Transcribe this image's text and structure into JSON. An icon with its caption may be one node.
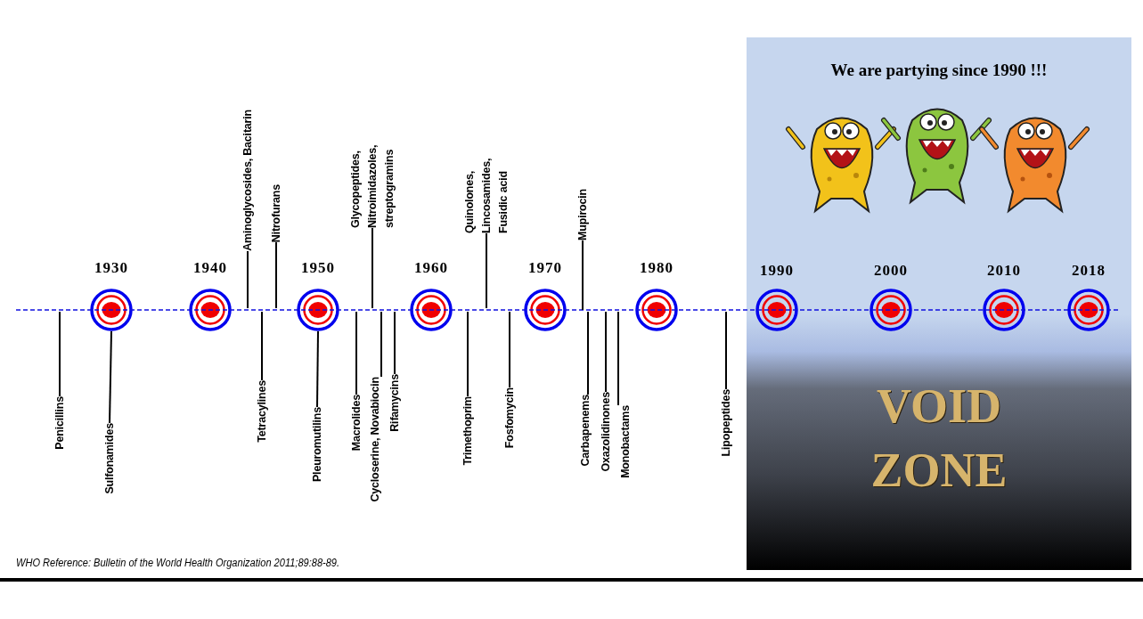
{
  "diagram": {
    "caption": "WHO Reference: Bulletin of the World Health Organization 2011;89:88-89.",
    "nodes": [
      {
        "text": [
          "We are partying since 1990 !!!",
          "VOID ZONE"
        ]
      },
      {
        "text": [
          "Aminoglycosides, Bacitarin"
        ]
      },
      {
        "text": [
          "Nitrofurans"
        ]
      },
      {
        "text": [
          "Glycopeptides, Nitroimidazoles, streptogramins"
        ]
      },
      {
        "text": [
          "Quinolones, Lincosamides, Fusidic acid"
        ]
      },
      {
        "text": [
          "Mupirocin"
        ]
      },
      {
        "text": [
          "Penicillins"
        ]
      },
      {
        "text": [
          "Sulfonamides"
        ]
      },
      {
        "text": [
          "Tetracylines"
        ]
      },
      {
        "text": [
          "Pleuromutilins"
        ]
      },
      {
        "text": [
          "Macrolides"
        ]
      },
      {
        "text": [
          "Cycloserine, Novabiocin"
        ]
      },
      {
        "text": [
          "Rifamycins"
        ]
      },
      {
        "text": [
          "Trimethoprim"
        ]
      },
      {
        "text": [
          "Fosfomycin"
        ]
      },
      {
        "text": [
          "Carbapenems"
        ]
      },
      {
        "text": [
          "Oxazolidinones"
        ]
      },
      {
        "text": [
          "Monobactams"
        ]
      },
      {
        "text": [
          "Lipopeptides"
        ]
      },
      {
        "text": [],
        "shape": "circle",
        "beside": [
          "1930"
        ]
      },
      {
        "text": [],
        "shape": "circle",
        "beside": [
          "1940"
        ]
      },
      {
        "text": [],
        "shape": "circle",
        "beside": [
          "1950"
        ]
      },
      {
        "text": [],
        "shape": "circle",
        "beside": [
          "1960"
        ]
      },
      {
        "text": [],
        "shape": "circle",
        "beside": [
          "1970"
        ]
      },
      {
        "text": [],
        "shape": "circle",
        "beside": [
          "1980"
        ]
      },
      {
        "text": [],
        "shape": "circle",
        "beside": [
          "1990"
        ],
        "in": 0
      },
      {
        "text": [],
        "shape": "circle",
        "beside": [
          "2000"
        ],
        "in": 0
      },
      {
        "text": [],
        "shape": "circle",
        "beside": [
          "2010"
        ],
        "in": 0
      },
      {
        "text": [],
        "shape": "circle",
        "beside": [
          "2018"
        ],
        "in": 0
      }
    ],
    "edges": [
      {
        "from": 1,
        "to": null,
        "arrow": "none"
      },
      {
        "from": 2,
        "to": null,
        "arrow": "none"
      },
      {
        "from": 3,
        "to": null,
        "arrow": "none"
      },
      {
        "from": 4,
        "to": null,
        "arrow": "none"
      },
      {
        "from": 5,
        "to": null,
        "arrow": "none"
      },
      {
        "from": 6,
        "to": null,
        "arrow": "none"
      },
      {
        "from": 7,
        "to": 19,
        "arrow": "none"
      },
      {
        "from": 8,
        "to": null,
        "arrow": "none"
      },
      {
        "from": 9,
        "to": 21,
        "arrow": "none"
      },
      {
        "from": 10,
        "to": null,
        "arrow": "none"
      },
      {
        "from": 11,
        "to": null,
        "arrow": "none"
      },
      {
        "from": 12,
        "to": null,
        "arrow": "none"
      },
      {
        "from": 13,
        "to": null,
        "arrow": "none"
      },
      {
        "from": 14,
        "to": null,
        "arrow": "none"
      },
      {
        "from": 15,
        "to": null,
        "arrow": "none"
      },
      {
        "from": 16,
        "to": null,
        "arrow": "none"
      },
      {
        "from": 17,
        "to": null,
        "arrow": "none"
      },
      {
        "from": 18,
        "to": null,
        "arrow": "none"
      }
    ]
  }
}
